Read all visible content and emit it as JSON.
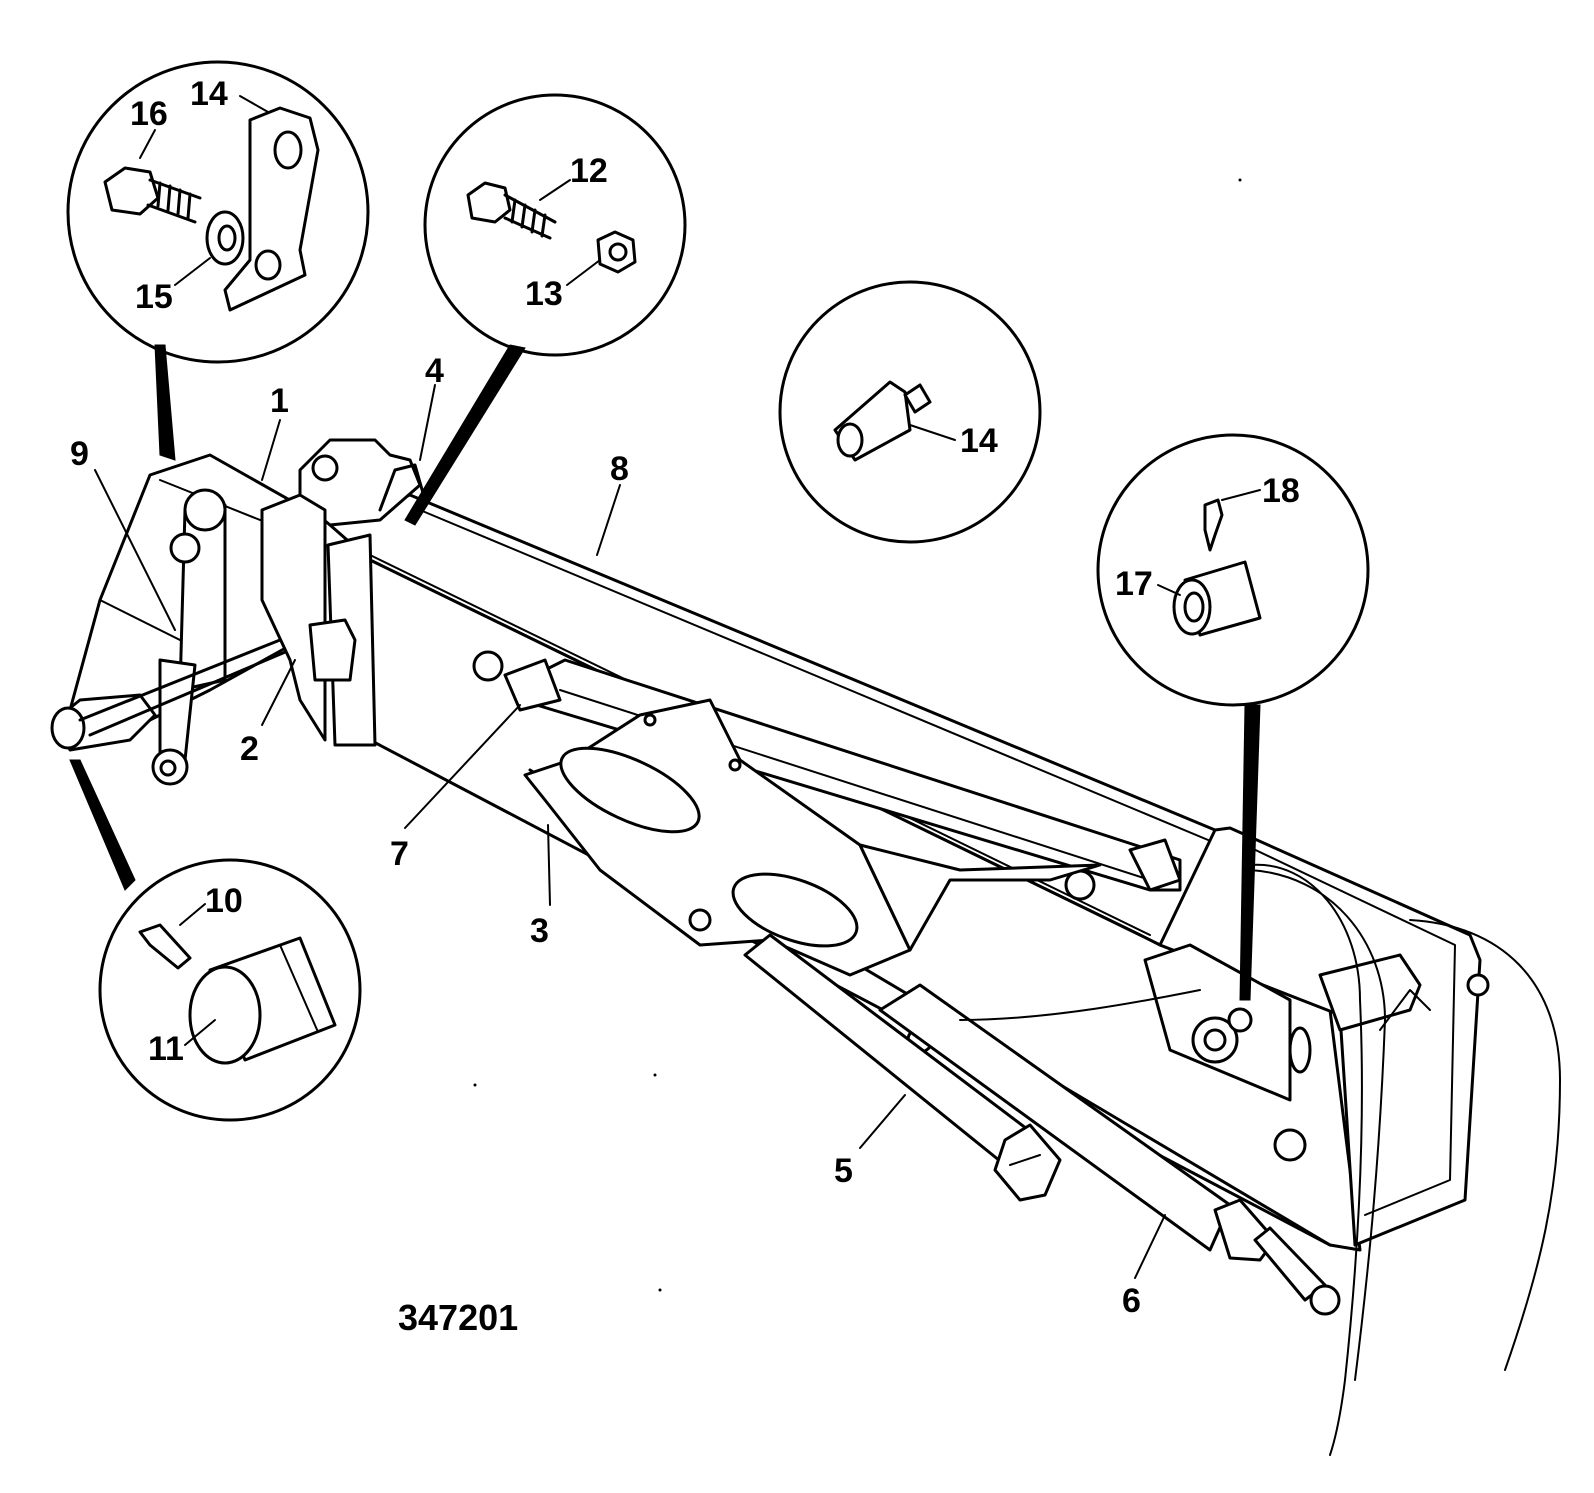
{
  "drawing_number": "347201",
  "callouts": [
    {
      "id": "c1",
      "text": "1"
    },
    {
      "id": "c2",
      "text": "2"
    },
    {
      "id": "c3",
      "text": "3"
    },
    {
      "id": "c4",
      "text": "4"
    },
    {
      "id": "c5",
      "text": "5"
    },
    {
      "id": "c6",
      "text": "6"
    },
    {
      "id": "c7",
      "text": "7"
    },
    {
      "id": "c8",
      "text": "8"
    },
    {
      "id": "c9",
      "text": "9"
    },
    {
      "id": "c10",
      "text": "10"
    },
    {
      "id": "c11",
      "text": "11"
    },
    {
      "id": "c12",
      "text": "12"
    },
    {
      "id": "c13",
      "text": "13"
    },
    {
      "id": "c14a",
      "text": "14"
    },
    {
      "id": "c14b",
      "text": "14"
    },
    {
      "id": "c15",
      "text": "15"
    },
    {
      "id": "c16",
      "text": "16"
    },
    {
      "id": "c17",
      "text": "17"
    },
    {
      "id": "c18",
      "text": "18"
    }
  ]
}
